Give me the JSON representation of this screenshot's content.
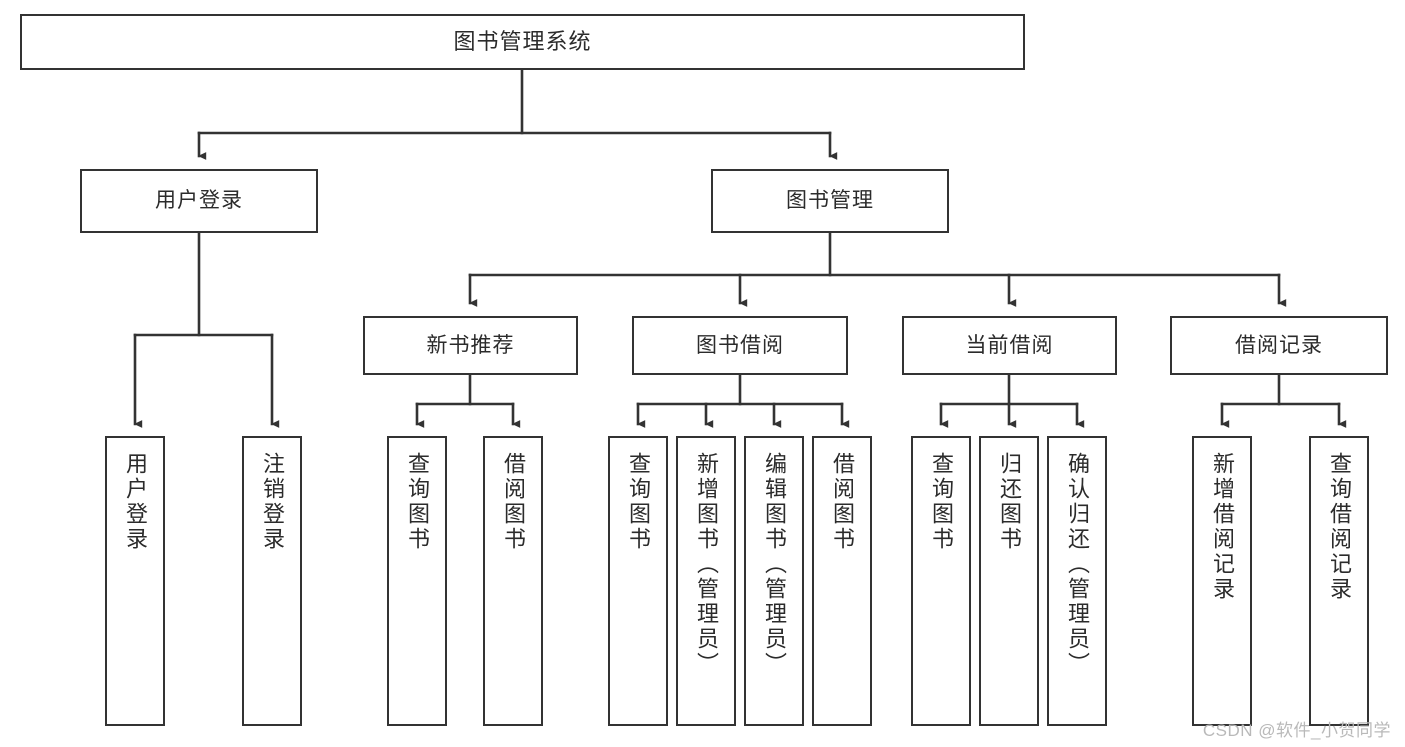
{
  "diagram": {
    "title": "图书管理系统",
    "type": "tree-hierarchy",
    "colors": {
      "box_border": "#333333",
      "box_fill": "#ffffff",
      "connector": "#333333",
      "text": "#2b2b2b",
      "watermark": "#b9b9b9"
    },
    "nodes": {
      "root": {
        "label": "图书管理系统"
      },
      "level2": [
        {
          "label": "用户登录"
        },
        {
          "label": "图书管理"
        }
      ],
      "level3": [
        {
          "label": "新书推荐"
        },
        {
          "label": "图书借阅"
        },
        {
          "label": "当前借阅"
        },
        {
          "label": "借阅记录"
        }
      ],
      "leaves": {
        "user_login": [
          {
            "label": "用户登录"
          },
          {
            "label": "注销登录"
          }
        ],
        "new_book_recommend": [
          {
            "label": "查询图书"
          },
          {
            "label": "借阅图书"
          }
        ],
        "book_borrow": [
          {
            "label": "查询图书"
          },
          {
            "label": "新增图书（管理员）"
          },
          {
            "label": "编辑图书（管理员）"
          },
          {
            "label": "借阅图书"
          }
        ],
        "current_borrow": [
          {
            "label": "查询图书"
          },
          {
            "label": "归还图书"
          },
          {
            "label": "确认归还（管理员）"
          }
        ],
        "borrow_record": [
          {
            "label": "新增借阅记录"
          },
          {
            "label": "查询借阅记录"
          }
        ]
      }
    },
    "watermark": "CSDN @软件_小贺同学"
  }
}
